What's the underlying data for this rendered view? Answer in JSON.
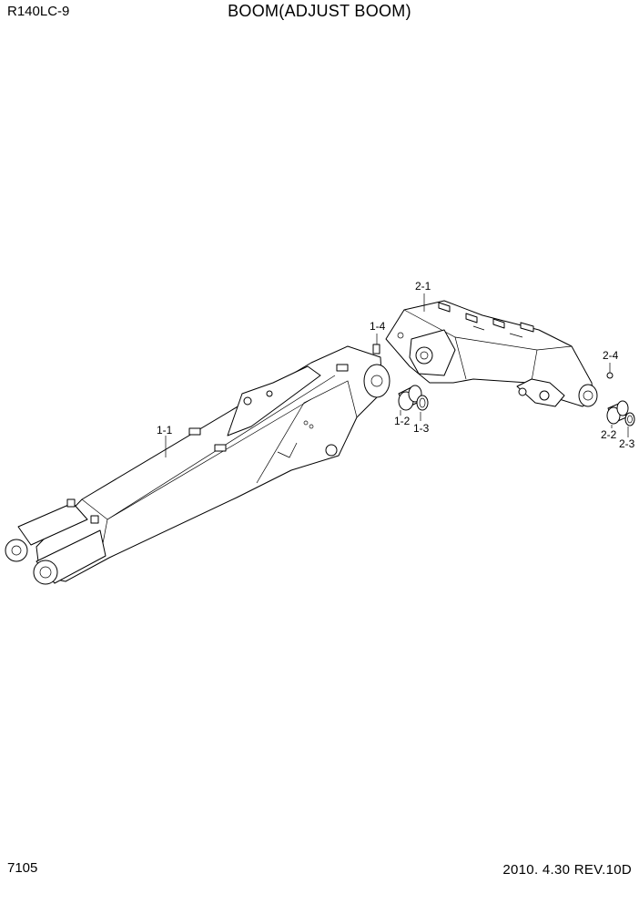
{
  "header": {
    "model": "R140LC-9",
    "title": "BOOM(ADJUST BOOM)"
  },
  "footer": {
    "page_number": "7105",
    "date_revision": "2010. 4.30  REV.10D"
  },
  "callouts": {
    "c_1_1": "1-1",
    "c_1_2": "1-2",
    "c_1_3": "1-3",
    "c_1_4": "1-4",
    "c_2_1": "2-1",
    "c_2_2": "2-2",
    "c_2_3": "2-3",
    "c_2_4": "2-4"
  }
}
